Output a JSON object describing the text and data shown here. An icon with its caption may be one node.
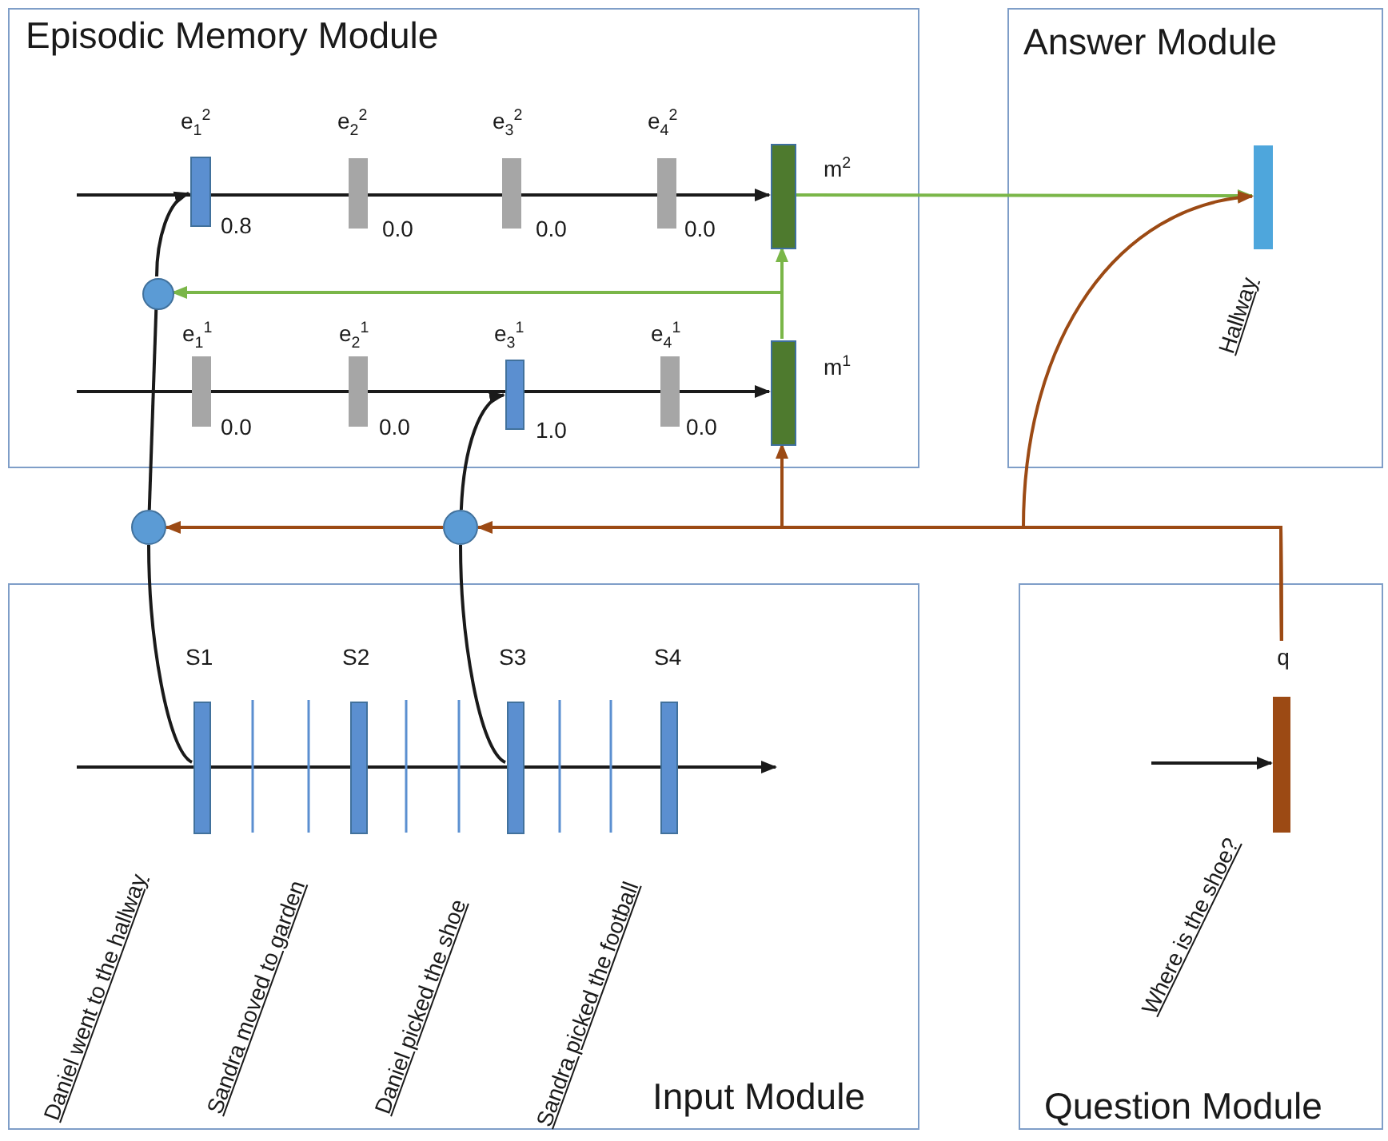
{
  "diagram": {
    "nodes": [
      {
        "text": [
          "Episodic Memory Module"
        ]
      },
      {
        "text": [],
        "shape": "bar",
        "in": 0,
        "beside": [
          "e$_{1}$$^{2}$",
          "0.8"
        ]
      },
      {
        "text": [],
        "shape": "bar",
        "in": 0,
        "beside": [
          "e$_{2}$$^{2}$",
          "0.0"
        ]
      },
      {
        "text": [],
        "shape": "bar",
        "in": 0,
        "beside": [
          "e$_{3}$$^{2}$",
          "0.0"
        ]
      },
      {
        "text": [],
        "shape": "bar",
        "in": 0,
        "beside": [
          "e$_{4}$$^{2}$",
          "0.0"
        ]
      },
      {
        "text": [],
        "shape": "bar",
        "in": 0,
        "beside": [
          "m$^{2}$"
        ]
      },
      {
        "text": [],
        "shape": "circle",
        "in": 0
      },
      {
        "text": [],
        "shape": "bar",
        "in": 0,
        "beside": [
          "e$_{1}$$^{1}$",
          "0.0"
        ]
      },
      {
        "text": [],
        "shape": "bar",
        "in": 0,
        "beside": [
          "e$_{2}$$^{1}$",
          "0.0"
        ]
      },
      {
        "text": [],
        "shape": "bar",
        "in": 0,
        "beside": [
          "e$_{3}$$^{1}$",
          "1.0"
        ]
      },
      {
        "text": [],
        "shape": "bar",
        "in": 0,
        "beside": [
          "e$_{4}$$^{1}$",
          "0.0"
        ]
      },
      {
        "text": [],
        "shape": "bar",
        "in": 0,
        "beside": [
          "m$^{1}$"
        ]
      },
      {
        "text": [
          "Answer Module"
        ]
      },
      {
        "text": [],
        "shape": "bar",
        "in": 12,
        "beside": [
          "Hallway"
        ]
      },
      {
        "text": [],
        "shape": "circle"
      },
      {
        "text": [],
        "shape": "circle"
      },
      {
        "text": [
          "Input Module"
        ]
      },
      {
        "text": [],
        "shape": "bar",
        "in": 16,
        "beside": [
          "S1",
          "Daniel went to the hallway"
        ]
      },
      {
        "text": [],
        "shape": "bar",
        "in": 16,
        "beside": [
          "S2",
          "Sandra moved to garden"
        ]
      },
      {
        "text": [],
        "shape": "bar",
        "in": 16,
        "beside": [
          "S3",
          "Daniel picked the shoe"
        ]
      },
      {
        "text": [],
        "shape": "bar",
        "in": 16,
        "beside": [
          "S4",
          "Sandra picked the football"
        ]
      },
      {
        "text": [
          "Question Module"
        ]
      },
      {
        "text": [
          "q"
        ],
        "in": 21
      },
      {
        "text": [],
        "shape": "bar",
        "in": 21,
        "beside": [
          "Where is the shoe?"
        ]
      }
    ],
    "edges": [
      {
        "from": null,
        "to": 5,
        "arrow": "to"
      },
      {
        "from": null,
        "to": 11,
        "arrow": "to"
      },
      {
        "from": 11,
        "to": 5,
        "arrow": "to",
        "color": "#7ab648"
      },
      {
        "from": 11,
        "to": 6,
        "arrow": "to",
        "color": "#7ab648"
      },
      {
        "from": 5,
        "to": 13,
        "arrow": "to",
        "color": "#7ab648"
      },
      {
        "from": 15,
        "to": 14,
        "arrow": "to",
        "color": "#9c4a14"
      },
      {
        "from": 22,
        "to": 15,
        "arrow": "to",
        "color": "#9c4a14"
      },
      {
        "from": 22,
        "to": 11,
        "arrow": "to",
        "color": "#9c4a14"
      },
      {
        "from": 22,
        "to": 13,
        "arrow": "to",
        "color": "#9c4a14"
      },
      {
        "from": 17,
        "to": 14,
        "arrow": "none"
      },
      {
        "from": 14,
        "to": 6,
        "arrow": "none"
      },
      {
        "from": 6,
        "to": 1,
        "arrow": "to"
      },
      {
        "from": 19,
        "to": 15,
        "arrow": "none"
      },
      {
        "from": 15,
        "to": 9,
        "arrow": "to"
      },
      {
        "from": null,
        "to": 23,
        "arrow": "to"
      }
    ]
  }
}
